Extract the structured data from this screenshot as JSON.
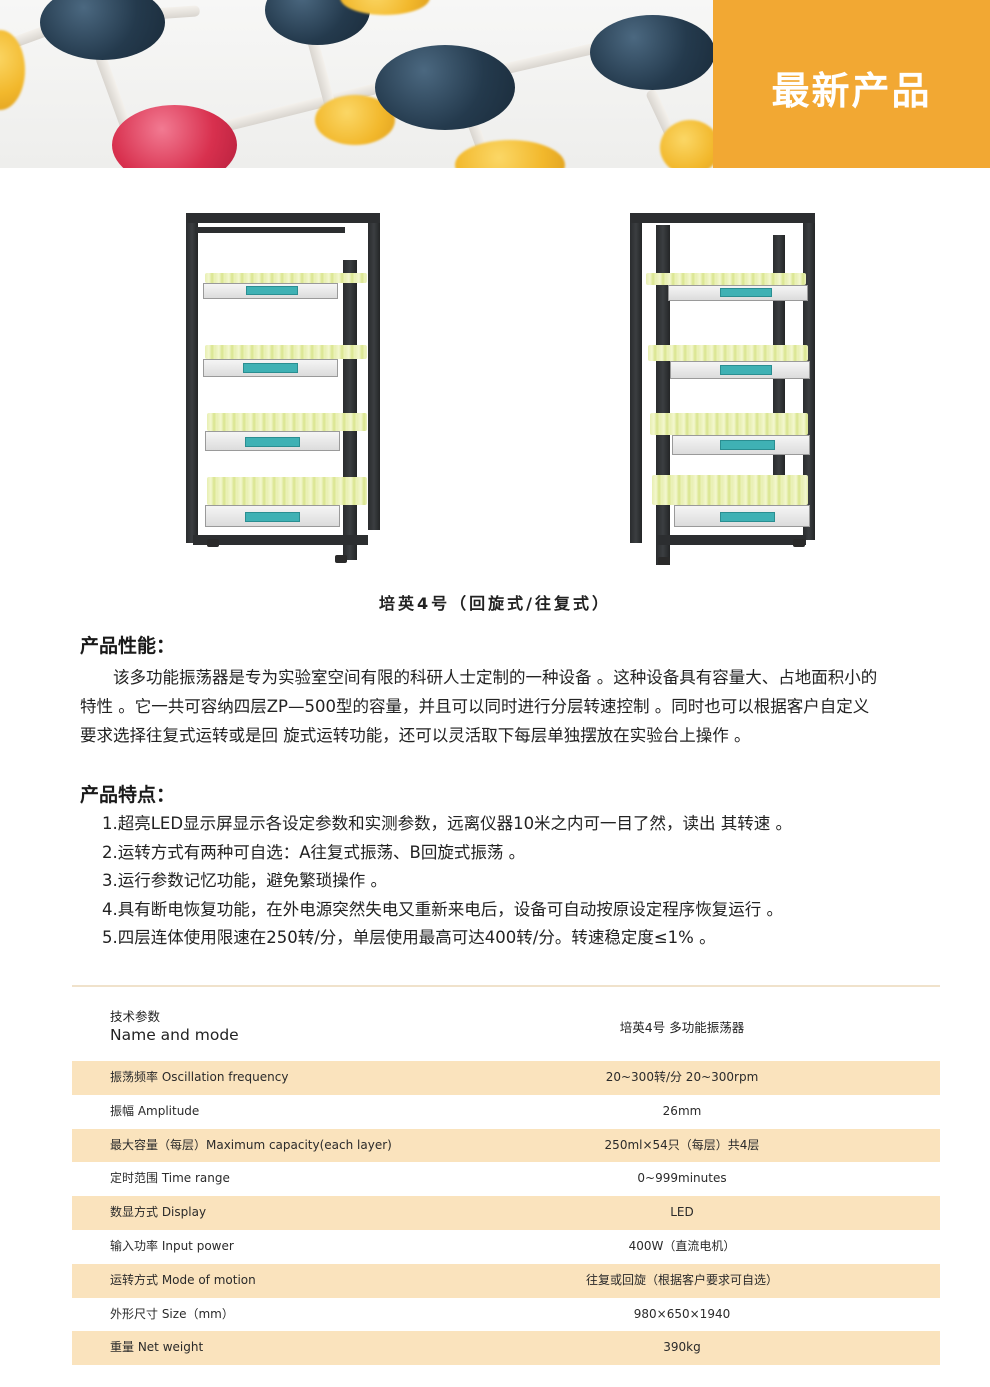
{
  "header": {
    "title": "最新产品",
    "accent_color": "#f2a833",
    "banner_image": "molecule-model-image"
  },
  "products": [
    {
      "image": "four-layer-shaker-rack-front",
      "alt": "四层多功能振荡器（正面）"
    },
    {
      "image": "four-layer-shaker-rack-side",
      "alt": "四层多功能振荡器（侧面）"
    }
  ],
  "caption": "培英4号（回旋式/往复式）",
  "performance": {
    "title": "产品性能：",
    "lines": [
      "该多功能振荡器是专为实验室空间有限的科研人士定制的一种设备 。这种设备具有容量大、占地面积小的",
      "特性 。它一共可容纳四层ZP—500型的容量，并且可以同时进行分层转速控制 。同时也可以根据客户自定义",
      "要求选择往复式运转或是回 旋式运转功能，还可以灵活取下每层单独摆放在实验台上操作 。"
    ]
  },
  "features": {
    "title": "产品特点：",
    "items": [
      "1.超亮LED显示屏显示各设定参数和实测参数，远离仪器10米之内可一目了然，读出 其转速 。",
      "2.运转方式有两种可自选：A往复式振荡、B回旋式振荡 。",
      "3.运行参数记忆功能，避免繁琐操作 。",
      "4.具有断电恢复功能，在外电源突然失电又重新来电后，设备可自动按原设定程序恢复运行 。",
      "5.四层连体使用限速在250转/分，单层使用最高可达400转/分。转速稳定度≤1% 。"
    ]
  },
  "spec_table": {
    "header": {
      "name_cn": "技术参数",
      "name_en": "Name and mode",
      "model": "培英4号 多功能振荡器"
    },
    "row_shade_color": "#fae3bd",
    "rows": [
      {
        "name": "振荡频率  Oscillation frequency",
        "value": "20~300转/分    20~300rpm",
        "shaded": true
      },
      {
        "name": "振幅  Amplitude",
        "value": "26mm",
        "shaded": false
      },
      {
        "name": "最大容量（每层）Maximum capacity(each layer)",
        "value": "250ml×54只（每层）共4层",
        "shaded": true
      },
      {
        "name": "定时范围  Time range",
        "value": "0~999minutes",
        "shaded": false
      },
      {
        "name": "数显方式  Display",
        "value": "LED",
        "shaded": true
      },
      {
        "name": "输入功率 Input power",
        "value": "400W（直流电机）",
        "shaded": false
      },
      {
        "name": "运转方式 Mode of motion",
        "value": "往复或回旋（根据客户要求可自选）",
        "shaded": true
      },
      {
        "name": "外形尺寸 Size（mm）",
        "value": "980×650×1940",
        "shaded": false
      },
      {
        "name": "重量 Net weight",
        "value": "390kg",
        "shaded": true
      }
    ]
  }
}
